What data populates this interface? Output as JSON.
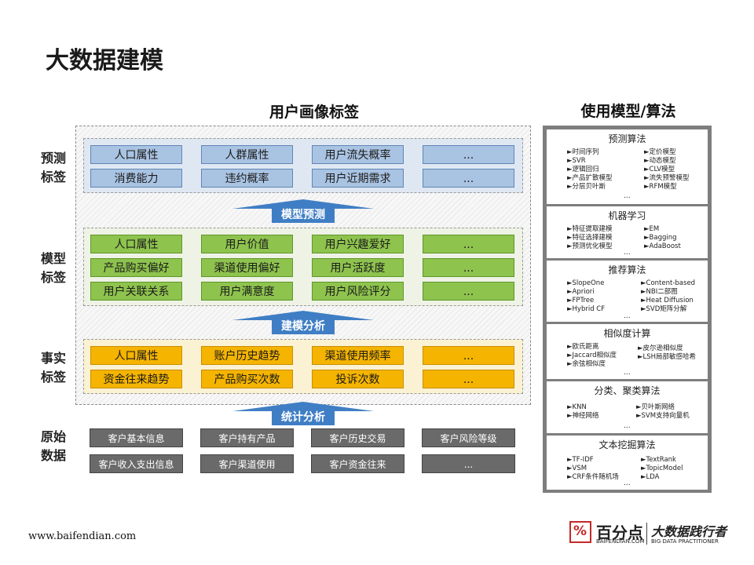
{
  "title": "大数据建模",
  "left_title": "用户画像标签",
  "right_title": "使用模型/算法",
  "row_labels": {
    "predict": [
      "预测",
      "标签"
    ],
    "model": [
      "模型",
      "标签"
    ],
    "fact": [
      "事实",
      "标签"
    ],
    "raw": [
      "原始",
      "数据"
    ]
  },
  "predict_cells": [
    [
      "人口属性",
      "人群属性",
      "用户流失概率",
      "..."
    ],
    [
      "消费能力",
      "违约概率",
      "用户近期需求",
      "..."
    ]
  ],
  "model_cells": [
    [
      "人口属性",
      "用户价值",
      "用户兴趣爱好",
      "..."
    ],
    [
      "产品购买偏好",
      "渠道使用偏好",
      "用户活跃度",
      "..."
    ],
    [
      "用户关联关系",
      "用户满意度",
      "用户风险评分",
      "..."
    ]
  ],
  "fact_cells": [
    [
      "人口属性",
      "账户历史趋势",
      "渠道使用频率",
      "..."
    ],
    [
      "资金往来趋势",
      "产品购买次数",
      "投诉次数",
      "..."
    ]
  ],
  "raw_cells": [
    [
      "客户基本信息",
      "客户持有产品",
      "客户历史交易",
      "客户风险等级"
    ],
    [
      "客户收入支出信息",
      "客户渠道使用",
      "客户资金往来",
      "..."
    ]
  ],
  "arrows": {
    "model_predict": "模型预测",
    "modeling": "建模分析",
    "stats": "统计分析"
  },
  "algo_boxes": [
    {
      "title": "预测算法",
      "left": [
        "►时间序列",
        "►SVR",
        "►逻辑回归",
        "►产品扩散模型",
        "►分层贝叶斯"
      ],
      "right": [
        "►定价模型",
        "►动态模型",
        "►CLV模型",
        "►流失预警模型",
        "►RFM模型"
      ],
      "dots": "..."
    },
    {
      "title": "机器学习",
      "left": [
        "►特征提取建模",
        "►特征选择建模",
        "►预测优化模型"
      ],
      "right": [
        "►EM",
        "►Bagging",
        "►AdaBoost"
      ],
      "dots": "..."
    },
    {
      "title": "推荐算法",
      "left": [
        "►SlopeOne",
        "►Apriori",
        "►FPTree",
        "►Hybrid CF"
      ],
      "right": [
        "►Content-based",
        "►NBI二部图",
        "►Heat Diffusion",
        "►SVD矩阵分解"
      ],
      "dots": "..."
    },
    {
      "title": "相似度计算",
      "left": [
        "►欧氏距离",
        "►Jaccard相似度",
        "►余弦相似度"
      ],
      "right": [
        "►皮尔逊相似度",
        "►LSH局部敏感哈希"
      ],
      "dots": "..."
    },
    {
      "title": "分类、聚类算法",
      "left": [
        "►KNN",
        "►神经网络"
      ],
      "right": [
        "►贝叶斯网络",
        "►SVM支持向量机"
      ],
      "dots": "..."
    },
    {
      "title": "文本挖掘算法",
      "left": [
        "►TF-IDF",
        "►VSM",
        "►CRF条件随机场"
      ],
      "right": [
        "►TextRank",
        "►TopicModel",
        "►LDA"
      ],
      "dots": "..."
    }
  ],
  "footer_url": "www.baifendian.com",
  "logo": {
    "icon": "%",
    "cn": "百分点",
    "en": "BAIFENDIAN.COM",
    "cn2": "大数据践行者",
    "en2": "BIG DATA PRACTITIONER"
  },
  "colors": {
    "arrow": "#3f7ec4",
    "blue_cell": "#a9c3e2",
    "green_cell": "#8ec34e",
    "yellow_cell": "#f5b400",
    "gray_cell": "#6a6a6a",
    "brand_red": "#c62828"
  }
}
